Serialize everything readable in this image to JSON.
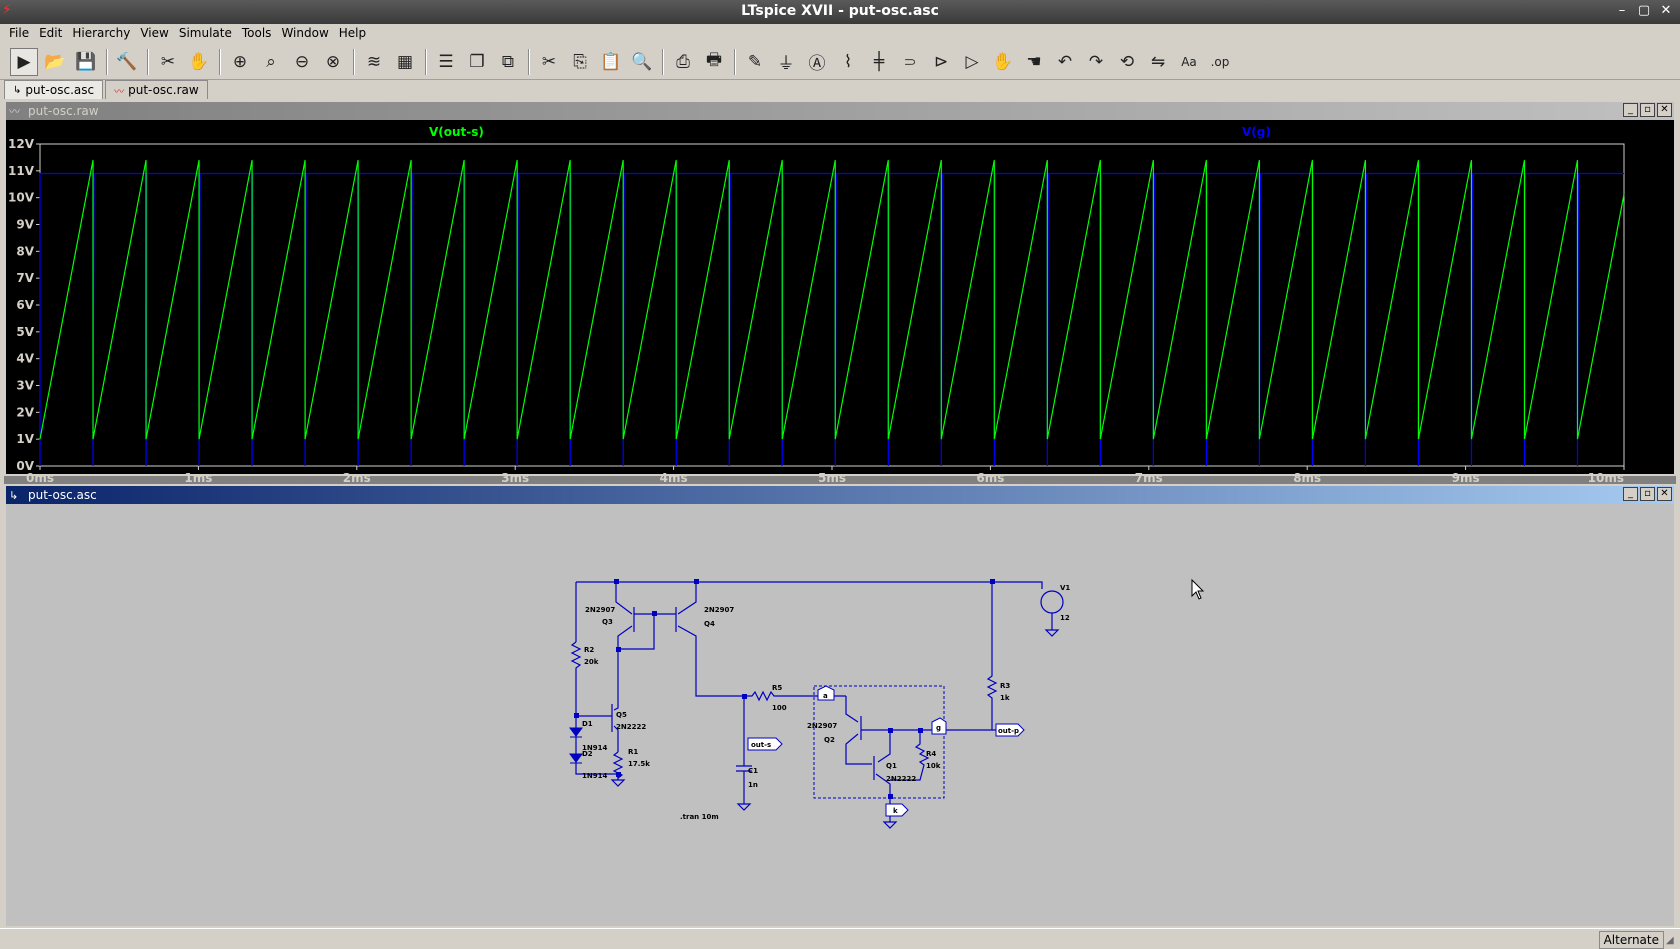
{
  "window": {
    "title": "LTspice XVII - put-osc.asc",
    "controls": [
      "–",
      "▢",
      "✕"
    ]
  },
  "menu": [
    "File",
    "Edit",
    "Hierarchy",
    "View",
    "Simulate",
    "Tools",
    "Window",
    "Help"
  ],
  "toolbar": {
    "groups": [
      [
        "run-icon",
        "open-icon",
        "save-icon"
      ],
      [
        "control-panel-icon"
      ],
      [
        "probe-icon",
        "pan-hand-icon"
      ],
      [
        "zoom-in-icon",
        "zoom-area-icon",
        "zoom-out-icon",
        "zoom-cancel-icon"
      ],
      [
        "autorange-icon",
        "grid-icon"
      ],
      [
        "tile-horizontal-icon",
        "cascade-icon",
        "tile-vertical-icon"
      ],
      [
        "cut-icon",
        "copy-icon",
        "paste-icon",
        "find-icon"
      ],
      [
        "print-setup-icon",
        "print-icon"
      ],
      [
        "draw-wire-icon",
        "ground-icon",
        "label-net-icon",
        "resistor-icon",
        "capacitor-icon",
        "inductor-icon",
        "diode-icon",
        "component-icon",
        "move-icon",
        "drag-icon",
        "undo-icon",
        "redo-icon",
        "rotate-icon",
        "mirror-icon",
        "text-icon",
        "spice-directive-icon"
      ]
    ]
  },
  "tabs": [
    {
      "label": "put-osc.asc",
      "icon": "schematic-icon",
      "active": true
    },
    {
      "label": "put-osc.raw",
      "icon": "waveform-icon",
      "active": false
    }
  ],
  "waveform_window": {
    "title": "put-osc.raw",
    "chart_data": {
      "type": "line",
      "series": [
        {
          "name": "V(out-s)",
          "color": "#00ff00",
          "shape": "sawtooth",
          "low": 1.0,
          "high": 11.4,
          "period_ms": 0.3347
        },
        {
          "name": "V(g)",
          "color": "#0000ff",
          "shape": "pulse",
          "level": 10.9,
          "dip_to": 0,
          "period_ms": 0.3347
        }
      ],
      "x_ticks": [
        "0ms",
        "1ms",
        "2ms",
        "3ms",
        "4ms",
        "5ms",
        "6ms",
        "7ms",
        "8ms",
        "9ms",
        "10ms"
      ],
      "y_ticks": [
        "0V",
        "1V",
        "2V",
        "3V",
        "4V",
        "5V",
        "6V",
        "7V",
        "8V",
        "9V",
        "10V",
        "11V",
        "12V"
      ],
      "xlim": [
        0,
        10
      ],
      "ylim": [
        0,
        12
      ],
      "background": "#000000",
      "axis_color": "#d4d0c8",
      "grid": false
    }
  },
  "schematic_window": {
    "title": "put-osc.asc",
    "labels": {
      "v1": "V1",
      "v1_val": "12",
      "q3": "Q3",
      "q3_model": "2N2907",
      "q4": "Q4",
      "q4_model": "2N2907",
      "r2": "R2",
      "r2_val": "20k",
      "q5": "Q5",
      "q5_model": "2N2222",
      "d1": "D1",
      "d1_model": "1N914",
      "d2": "D2",
      "d2_model": "1N914",
      "r1": "R1",
      "r1_val": "17.5k",
      "r5": "R5",
      "r5_val": "100",
      "c1": "C1",
      "c1_val": "1n",
      "q2": "Q2",
      "q2_model": "2N2907",
      "q1": "Q1",
      "q1_model": "2N2222",
      "r4": "R4",
      "r4_val": "10k",
      "r3": "R3",
      "r3_val": "1k",
      "net_out_s": "out-s",
      "net_out_p": "out-p",
      "pin_a": "a",
      "pin_g": "g",
      "pin_k": "k",
      "directive": ".tran 10m"
    },
    "wire_color": "#0000c0",
    "background": "#c0c0c0"
  },
  "status": {
    "mode": "Alternate"
  }
}
